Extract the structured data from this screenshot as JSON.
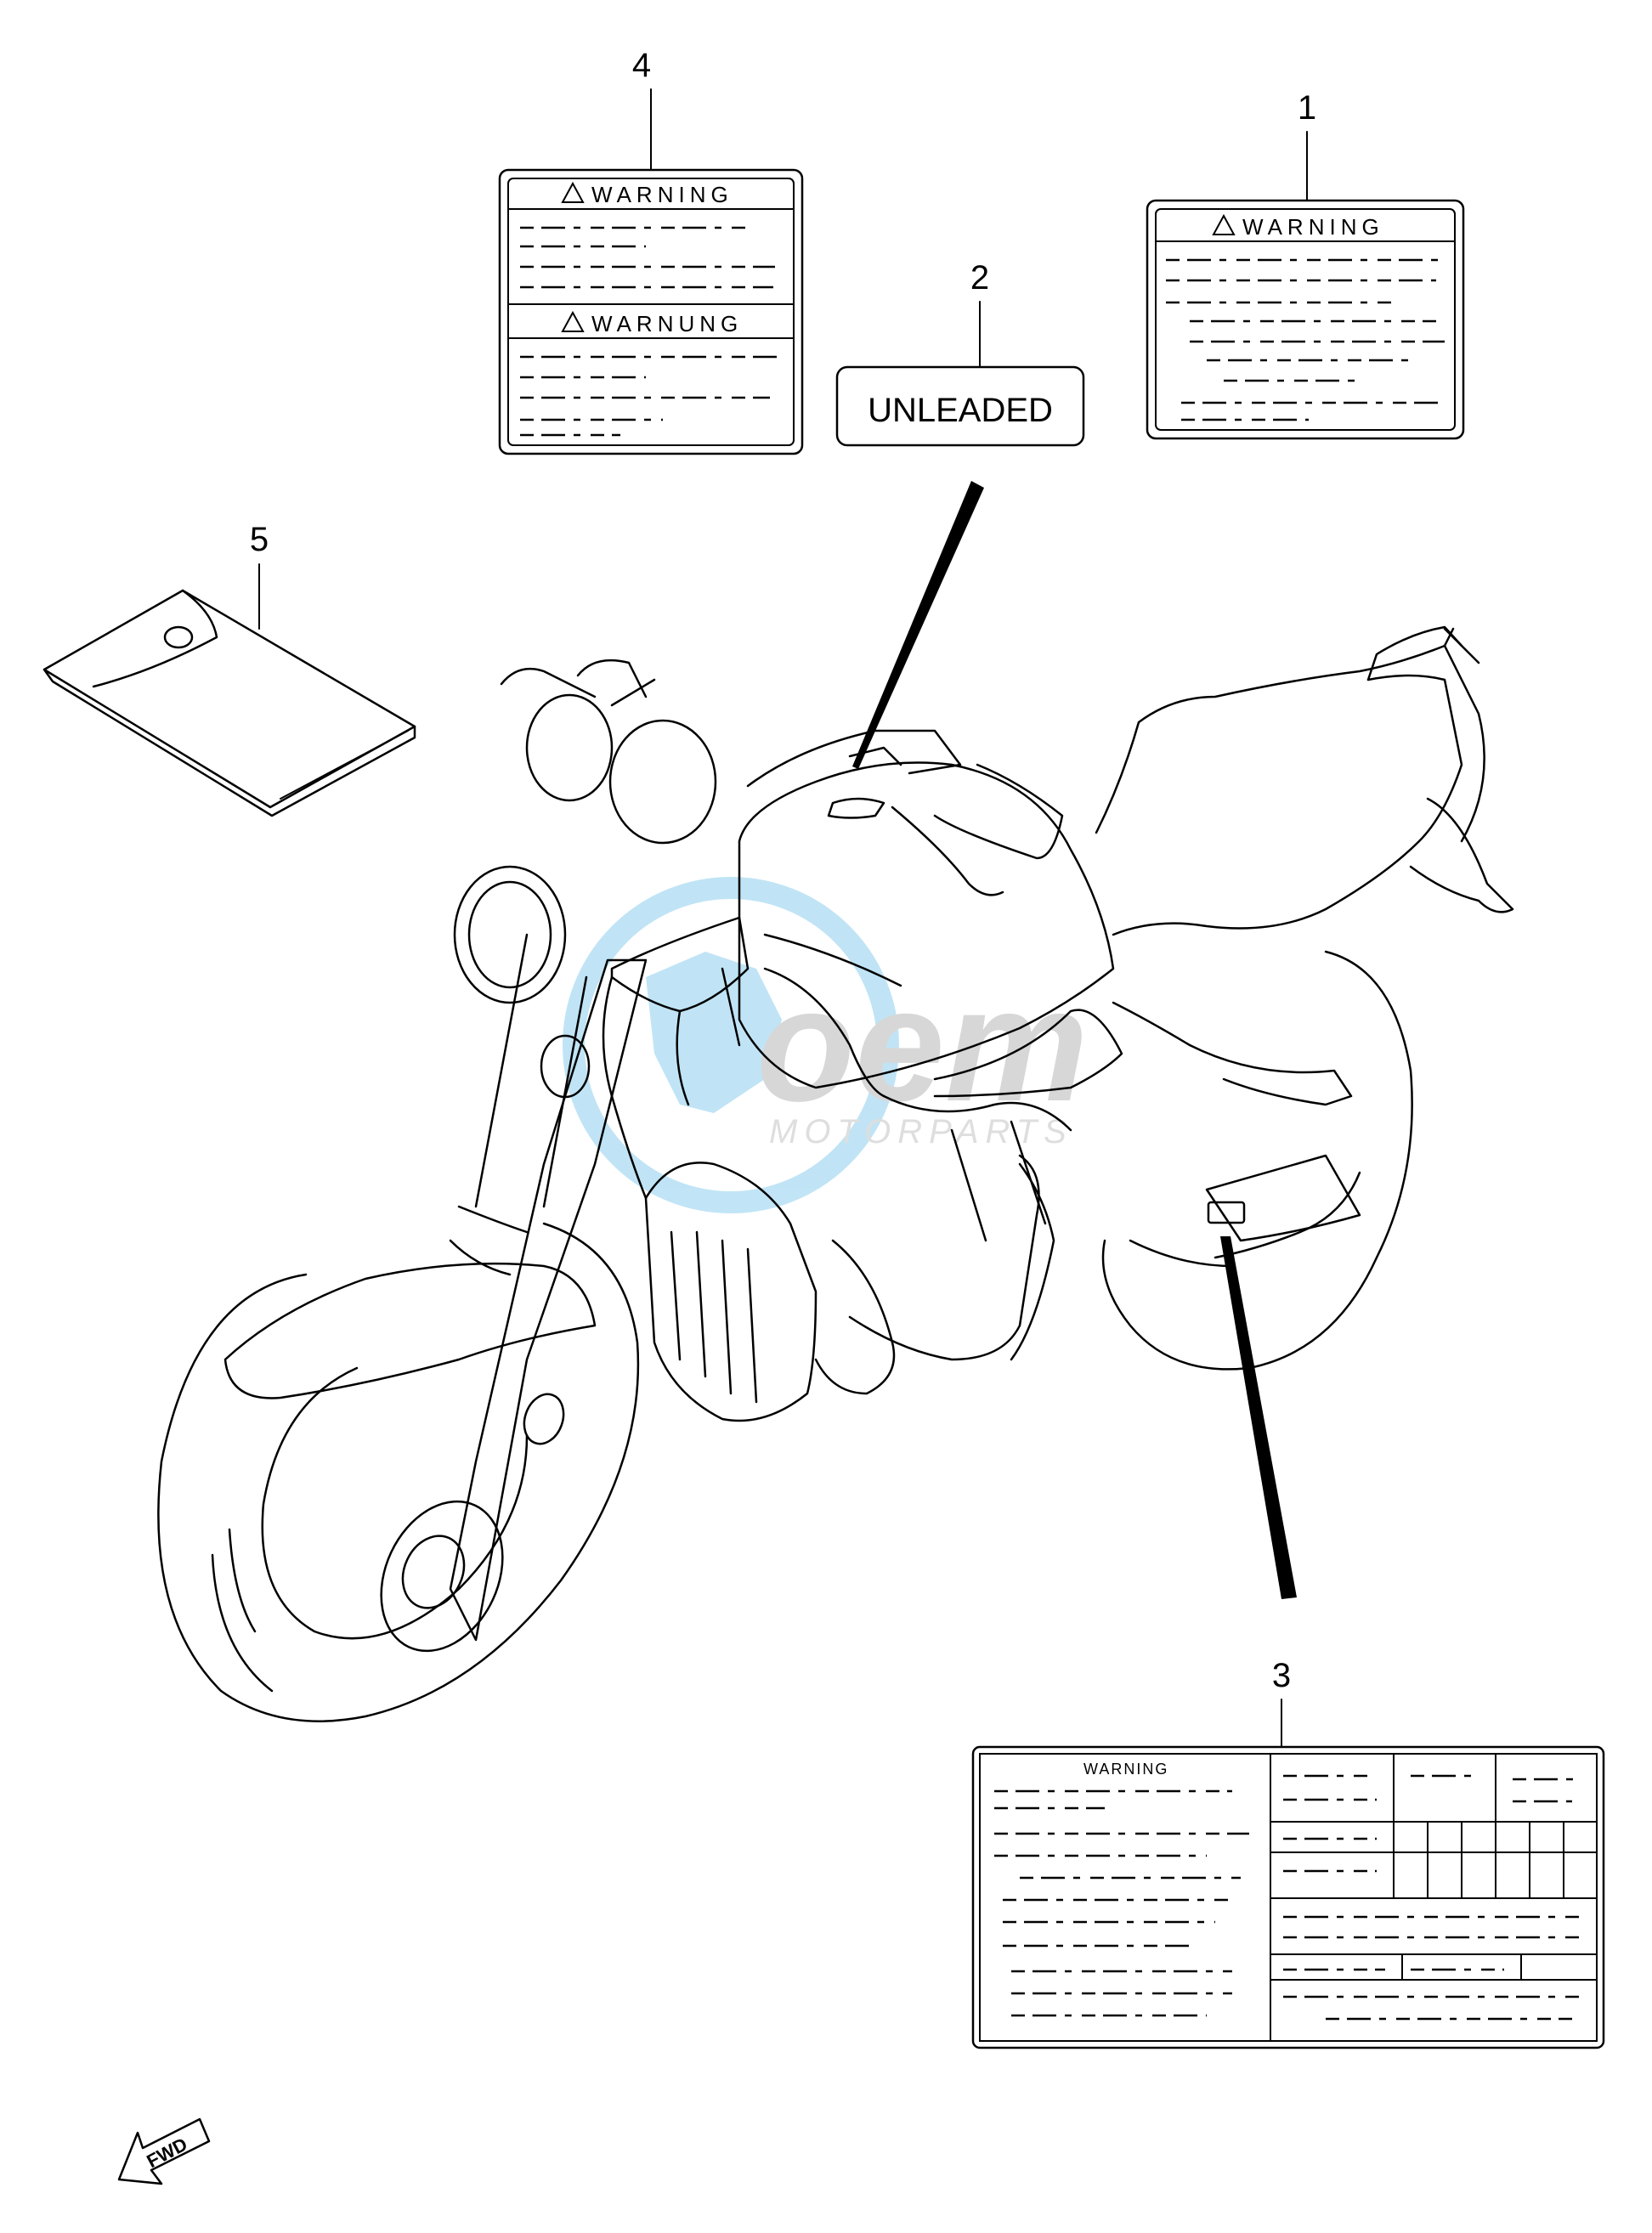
{
  "callouts": {
    "c1": "1",
    "c2": "2",
    "c3": "3",
    "c4": "4",
    "c5": "5"
  },
  "labels": {
    "warning": "WARNING",
    "warnung": "WARNUNG",
    "unleaded": "UNLEADED",
    "label3_header": "WARNING"
  },
  "watermark": {
    "brand": "oem",
    "sub": "MOTORPARTS"
  },
  "fwd": "FWD",
  "colors": {
    "line": "#000000",
    "watermark_globe": "#8ecfee",
    "watermark_text": "#b8b8b8"
  }
}
